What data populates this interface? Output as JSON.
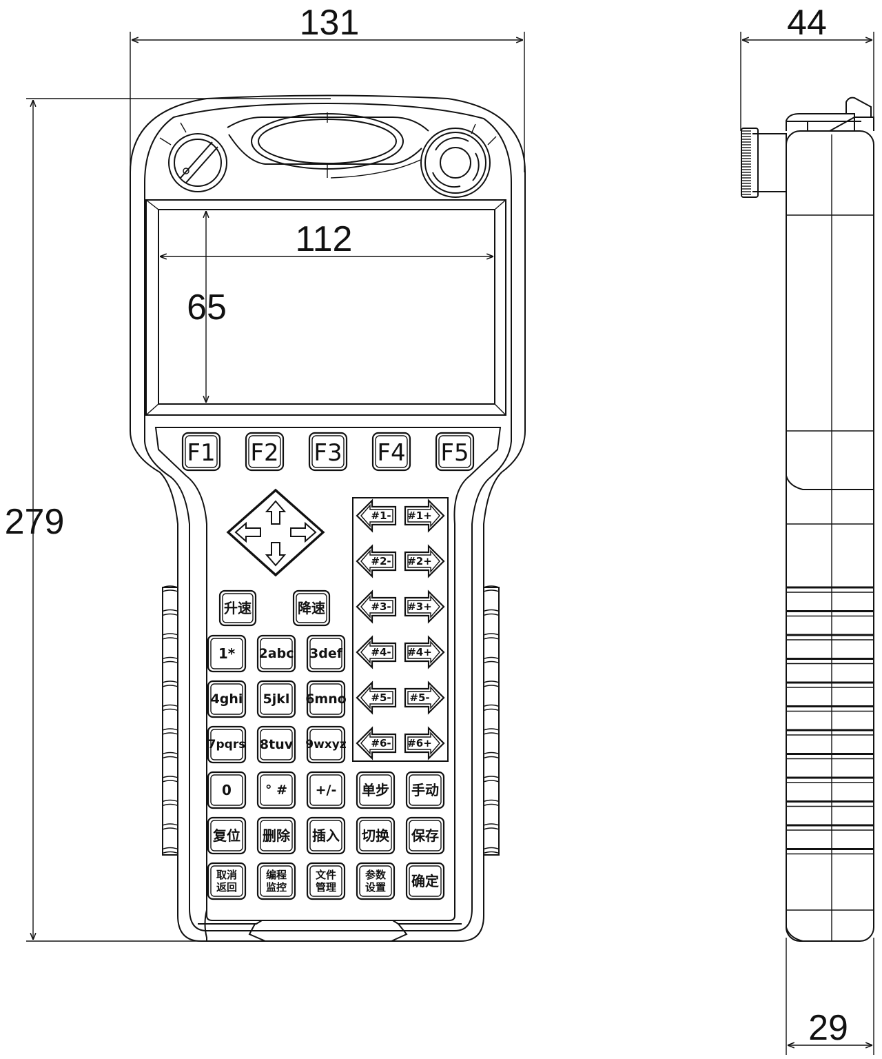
{
  "dimensions": {
    "total_width": "131",
    "total_height": "279",
    "screen_width": "112",
    "screen_height": "65",
    "side_depth": "44",
    "side_body_depth": "29"
  },
  "function_keys": [
    "F1",
    "F2",
    "F3",
    "F4",
    "F5"
  ],
  "speed_keys": [
    "升速",
    "降速"
  ],
  "keypad_rows": [
    [
      "1*",
      "2abc",
      "3def"
    ],
    [
      "4ghi",
      "5jkl",
      "6mno"
    ],
    [
      "7pqrs",
      "8tuv",
      "9wxyz"
    ]
  ],
  "bottom_rows": [
    [
      "0",
      "° #",
      "+/-",
      "单步",
      "手动"
    ],
    [
      "复位",
      "删除",
      "插入",
      "切换",
      "保存"
    ],
    [
      [
        "取消",
        "返回"
      ],
      [
        "编程",
        "监控"
      ],
      [
        "文件",
        "管理"
      ],
      [
        "参数",
        "设置"
      ],
      "确定"
    ]
  ],
  "axis_keys": [
    [
      "#1-",
      "#1+"
    ],
    [
      "#2-",
      "#2+"
    ],
    [
      "#3-",
      "#3+"
    ],
    [
      "#4-",
      "#4+"
    ],
    [
      "#5-",
      "#5-"
    ],
    [
      "#6-",
      "#6+"
    ]
  ]
}
